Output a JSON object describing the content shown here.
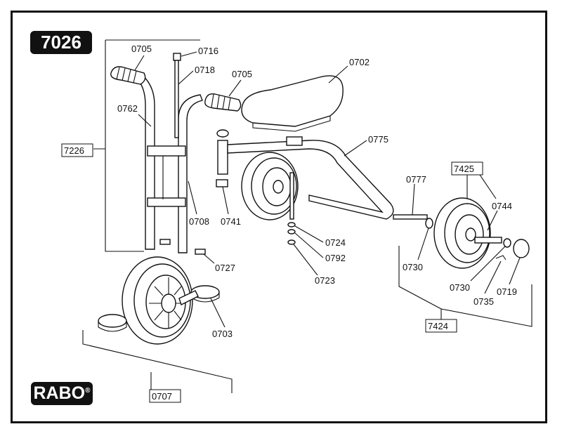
{
  "model_number": "7026",
  "brand": "RABO",
  "brand_mark": "®",
  "part_labels": [
    {
      "id": "0705a",
      "text": "0705"
    },
    {
      "id": "0716",
      "text": "0716"
    },
    {
      "id": "0718",
      "text": "0718"
    },
    {
      "id": "0705b",
      "text": "0705"
    },
    {
      "id": "0702",
      "text": "0702"
    },
    {
      "id": "0762",
      "text": "0762"
    },
    {
      "id": "0775",
      "text": "0775"
    },
    {
      "id": "0777",
      "text": "0777"
    },
    {
      "id": "0744",
      "text": "0744"
    },
    {
      "id": "0708",
      "text": "0708"
    },
    {
      "id": "0741",
      "text": "0741"
    },
    {
      "id": "0724",
      "text": "0724"
    },
    {
      "id": "0792",
      "text": "0792"
    },
    {
      "id": "0723",
      "text": "0723"
    },
    {
      "id": "0727",
      "text": "0727"
    },
    {
      "id": "0730a",
      "text": "0730"
    },
    {
      "id": "0730b",
      "text": "0730"
    },
    {
      "id": "0719",
      "text": "0719"
    },
    {
      "id": "0735",
      "text": "0735"
    },
    {
      "id": "0703",
      "text": "0703"
    }
  ],
  "assembly_labels": [
    {
      "id": "7226",
      "text": "7226"
    },
    {
      "id": "7425",
      "text": "7425"
    },
    {
      "id": "7424",
      "text": "7424"
    },
    {
      "id": "0707",
      "text": "0707"
    }
  ]
}
